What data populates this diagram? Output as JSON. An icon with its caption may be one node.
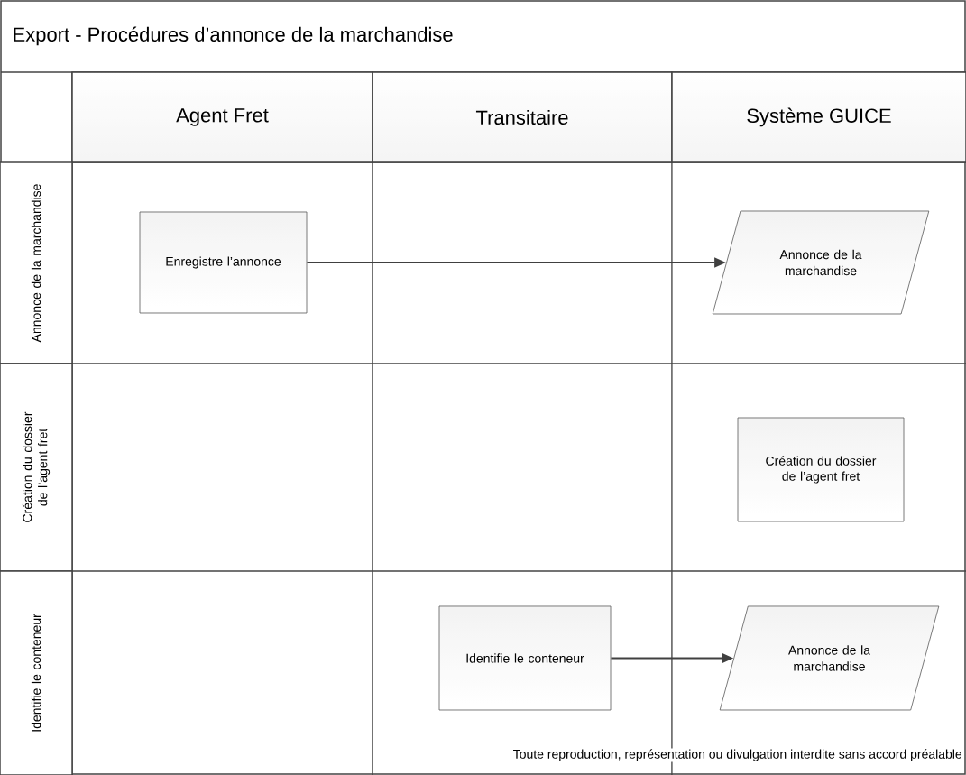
{
  "diagram": {
    "title": "Export - Procédures d’annonce de la marchandise",
    "nodes": [
      {
        "text": [
          "Agent Fret"
        ]
      },
      {
        "text": [
          "Transitaire"
        ]
      },
      {
        "text": [
          "Système GUICE"
        ]
      },
      {
        "text": [
          "Annonce de la marchandise"
        ]
      },
      {
        "text": [
          "Création du dossier de l’agent fret"
        ]
      },
      {
        "text": [
          "Identifie le conteneur"
        ]
      },
      {
        "text": [
          "Enregistre l’annonce"
        ]
      },
      {
        "text": [
          "Annonce de la marchandise"
        ]
      },
      {
        "text": [
          "Création du dossier de l’agent fret"
        ]
      },
      {
        "text": [
          "Identifie le conteneur"
        ]
      },
      {
        "text": [
          "Annonce de la marchandise"
        ]
      }
    ],
    "edges": [
      {
        "from": 6,
        "to": 7,
        "arrow": "to"
      },
      {
        "from": 9,
        "to": 10,
        "arrow": "to"
      }
    ],
    "labels": [
      "Toute reproduction, représentation ou divulgation interdite sans accord préalable"
    ]
  }
}
